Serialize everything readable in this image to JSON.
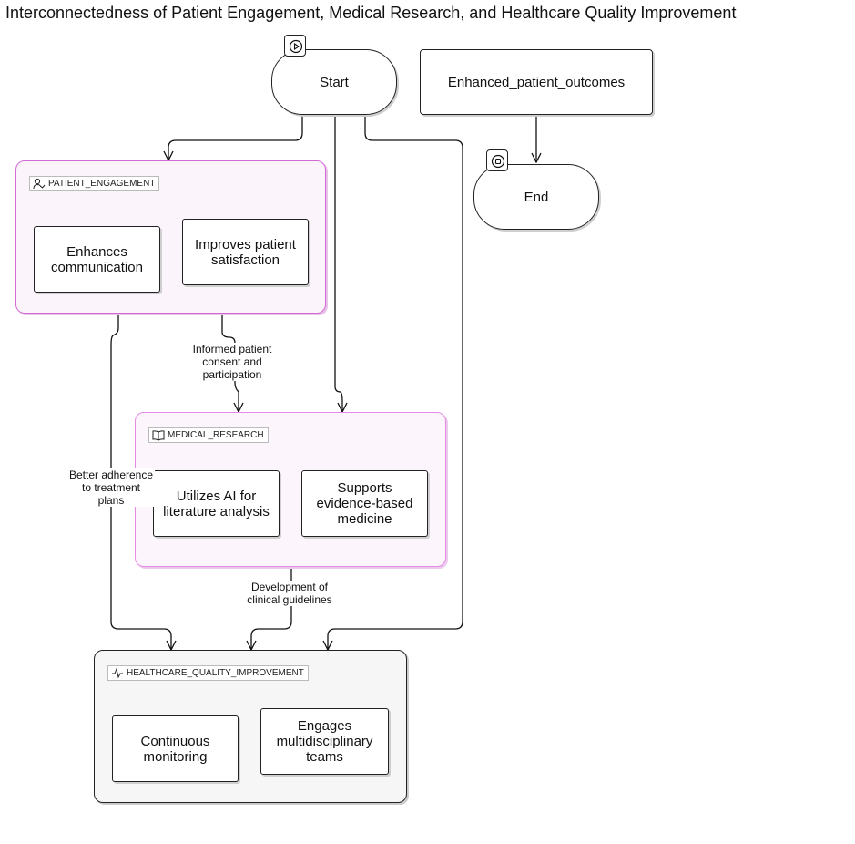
{
  "title": "Interconnectedness of Patient Engagement, Medical Research, and Healthcare Quality Improvement",
  "nodes": {
    "start": "Start",
    "end": "End",
    "outcomes": "Enhanced_patient_outcomes"
  },
  "groups": {
    "patient_engagement": {
      "label": "PATIENT_ENGAGEMENT",
      "icon": "user-check-icon",
      "items": [
        "Enhances communication",
        "Improves patient satisfaction"
      ]
    },
    "medical_research": {
      "label": "MEDICAL_RESEARCH",
      "icon": "book-open-icon",
      "items": [
        "Utilizes AI for literature analysis",
        "Supports evidence-based medicine"
      ]
    },
    "healthcare_quality": {
      "label": "HEALTHCARE_QUALITY_IMPROVEMENT",
      "icon": "activity-icon",
      "items": [
        "Continuous monitoring",
        "Engages multidisciplinary teams"
      ]
    }
  },
  "edge_labels": {
    "consent": "Informed patient consent and participation",
    "adherence": "Better adherence to treatment plans",
    "guidelines": "Development of clinical guidelines"
  },
  "colors": {
    "group_border_primary": "#d36ad3",
    "group_fill_primary": "#fbf4fb",
    "group_border_secondary": "#e58be5",
    "group_fill_neutral": "#f6f6f6",
    "line": "#111111"
  }
}
